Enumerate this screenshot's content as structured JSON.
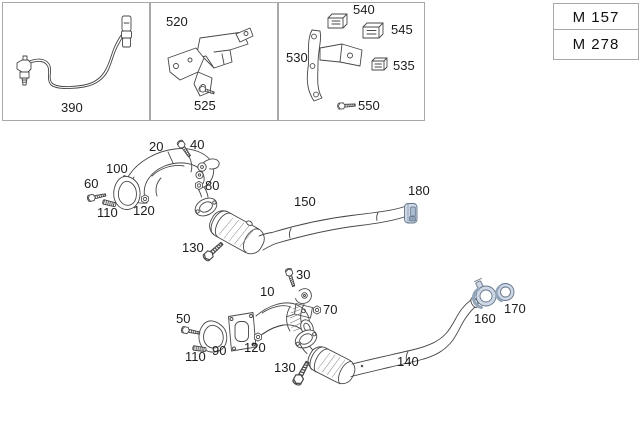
{
  "panels": {
    "sensor_panel": {
      "part": "390"
    },
    "bracket_panel_a": {
      "bracket": "520",
      "bolt": "525"
    },
    "bracket_panel_b": {
      "bracket": "530",
      "clip_top": "540",
      "clip_right": "545",
      "clip_small": "535",
      "bolt": "550"
    }
  },
  "engine_codes": {
    "primary": "M 157",
    "secondary": "M 278"
  },
  "callouts": {
    "front_pipe_upper": "20",
    "bolt_upper": "40",
    "gasket_upper": "100",
    "bolt_flange_upper": "60",
    "nut_arm_upper": "80",
    "stud_upper": "110",
    "nut_flange_upper": "120",
    "cat_pipe_upper": "150",
    "clamp_upper": "180",
    "bolt_cat_upper": "130",
    "bolt_hanger": "30",
    "front_pipe_lower": "10",
    "nut_hanger": "70",
    "bolt_flange_lower": "50",
    "gasket_lower": "90",
    "stud_lower": "110",
    "nut_flange_lower": "120",
    "bolt_cat_lower": "130",
    "cat_pipe_lower": "140",
    "clamp_lower": "160",
    "sleeve_lower": "170"
  },
  "colors": {
    "line": "#474747",
    "panel_border": "#a8a8a8",
    "highlight_fill": "#cdd8e4",
    "highlight_shade": "#93a5ba",
    "highlight_stroke": "#64748b"
  }
}
